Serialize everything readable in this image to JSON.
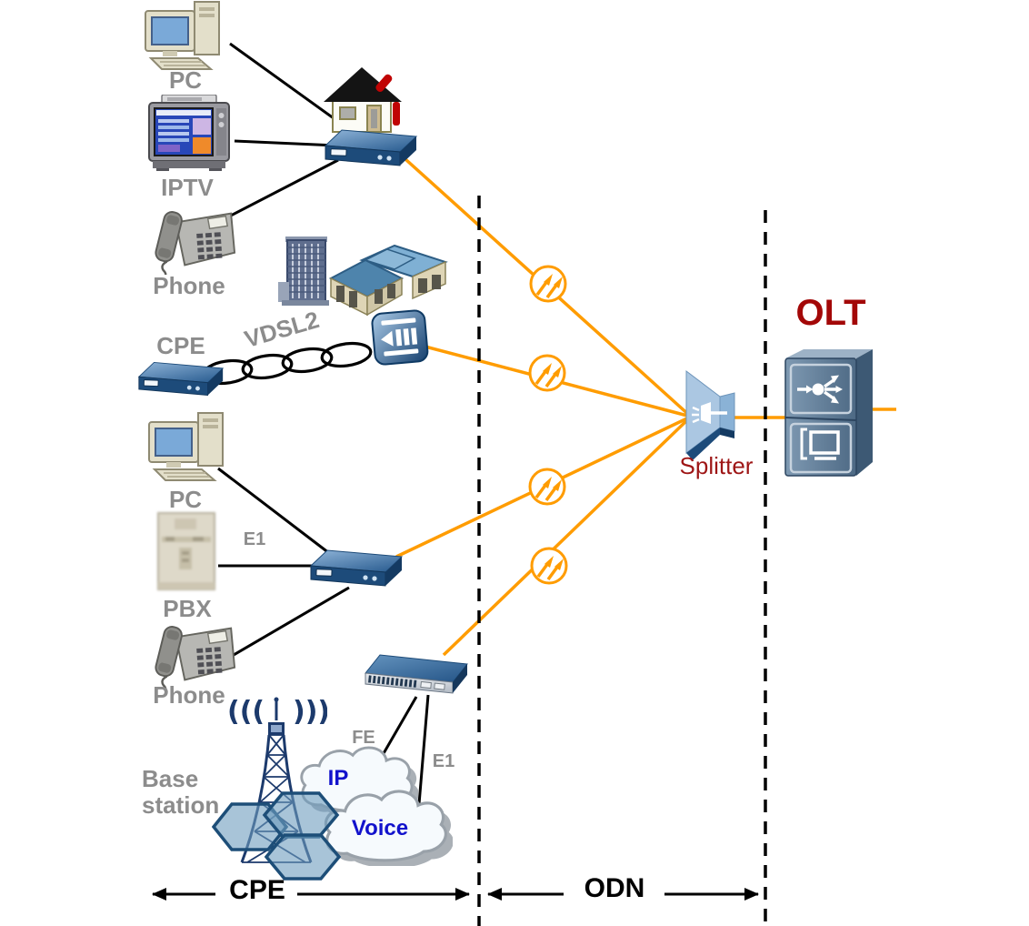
{
  "labels": {
    "pc_top": "PC",
    "iptv": "IPTV",
    "phone_top": "Phone",
    "cpe_device": "CPE",
    "vdsl2": "VDSL2",
    "pc_mid": "PC",
    "e1_pbx": "E1",
    "pbx": "PBX",
    "phone_mid": "Phone",
    "base_station": "Base station",
    "fe": "FE",
    "e1_switch": "E1",
    "ip_cloud": "IP",
    "voice_cloud": "Voice",
    "splitter": "Splitter",
    "olt": "OLT"
  },
  "zones": {
    "cpe": "CPE",
    "odn": "ODN"
  },
  "colors": {
    "fiber": "#FF9C00",
    "label_gray": "#8C8C8C",
    "olt_red": "#A30808",
    "splitter_red": "#9E1616",
    "cloud_blue": "#1212CC",
    "line_black": "#000000"
  },
  "icons": {
    "pc": "desktop-computer",
    "iptv": "crt-television",
    "phone": "desk-telephone",
    "house": "home-building",
    "ont": "optical-network-terminal-box",
    "building": "office-campus-buildings",
    "mdu": "mdu-access-node-badge",
    "pbx": "pbx-cabinet",
    "base_station": "radio-lattice-tower",
    "hexagons": "cell-coverage-hexagons",
    "cloud": "network-cloud",
    "switch": "access-switch",
    "splice": "fiber-splice-connector",
    "splitter": "optical-splitter-horn",
    "olt": "olt-chassis"
  }
}
